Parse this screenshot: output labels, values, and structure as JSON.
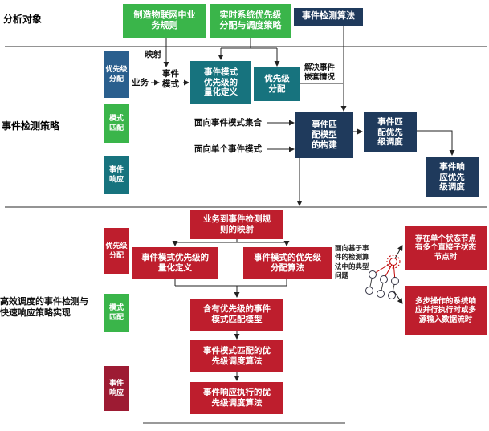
{
  "colors": {
    "green": "#3ab54a",
    "navy": "#1f3a5c",
    "teal": "#17737e",
    "blue": "#2a5f8e",
    "red": "#be1e2d",
    "dark_red": "#9d1b33",
    "line": "#222222"
  },
  "sections": {
    "analysis": "分析对象",
    "strategy": "事件检测策略",
    "implementation": "高效调度的事件检测与\n快速响应策略实现"
  },
  "top": {
    "business_rules": "制造物联网中业\n务规则",
    "realtime": "实时系统优先级\n分配与调度策略",
    "algorithm": "事件检测算法"
  },
  "middle": {
    "side": [
      {
        "label": "优先级\n分配"
      },
      {
        "label": "模式\n匹配"
      },
      {
        "label": "事件\n响应"
      }
    ],
    "mapping": "映射",
    "business": "业务",
    "event_pattern": "事件\n模式",
    "quant_def": "事件模式\n优先级的\n量化定义",
    "priority_alloc": "优先级\n分配",
    "nesting": "解决事件\n嵌套情况",
    "facing_set": "面向事件模式集合",
    "facing_single": "面向单个事件模式",
    "match_model": "事件匹\n配模型\n的构建",
    "match_sched": "事件匹\n配优先\n级调度",
    "response_sched": "事件响\n应优先\n级调度"
  },
  "bottom": {
    "side": [
      {
        "label": "优先级\n分配"
      },
      {
        "label": "模式\n匹配"
      },
      {
        "label": "事件\n响应"
      }
    ],
    "mapping": "业务到事件检测规\n则的映射",
    "quant_def": "事件模式优先级的\n量化定义",
    "alloc_alg": "事件模式的优先级\n分配算法",
    "typical": "面向基于事\n件的检测算\n法中的典型\n问题",
    "match_model": "含有优先级的事件\n模式匹配模型",
    "match_sched_alg": "事件模式匹配的优\n先级调度算法",
    "response_sched_alg": "事件响应执行的优\n先级调度算法",
    "case_single": "存在单个状态节点\n有多个直接子状态\n节点时",
    "case_multi": "多步操作的系统响\n应并行执行时或多\n源输入数据流时"
  }
}
